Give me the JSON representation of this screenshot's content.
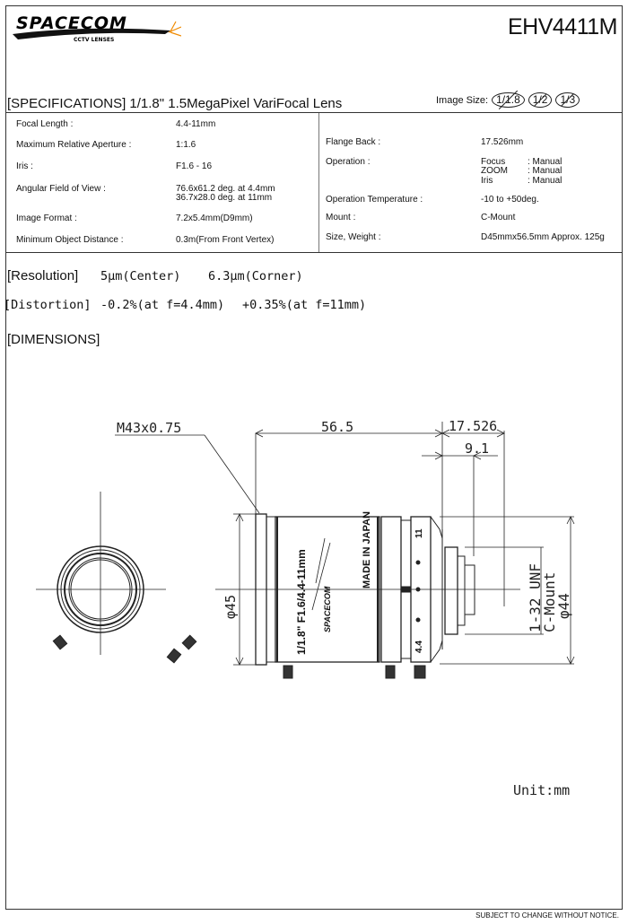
{
  "header": {
    "brand": "SPACECOM",
    "brand_sub": "CCTV LENSES",
    "model": "EHV4411M"
  },
  "specs_title": "[SPECIFICATIONS]  1/1.8\"  1.5MegaPixel VariFocal Lens",
  "image_size": {
    "label": "Image Size:",
    "options": [
      "1/1.8",
      "1/2",
      "1/3"
    ]
  },
  "specs_left": [
    {
      "label": "Focal Length :",
      "value": "4.4-11mm"
    },
    {
      "label": "Maximum Relative Aperture :",
      "value": "1:1.6"
    },
    {
      "label": "Iris :",
      "value": "F1.6 - 16"
    },
    {
      "label": "Angular Field of View :",
      "value": "76.6x61.2 deg. at 4.4mm",
      "value2": "36.7x28.0 deg. at 11mm"
    },
    {
      "label": "Image Format :",
      "value": "7.2x5.4mm(D9mm)"
    },
    {
      "label": "Minimum Object Distance :",
      "value": "0.3m(From Front Vertex)"
    }
  ],
  "specs_right": {
    "flange_back": {
      "label": "Flange Back :",
      "value": "17.526mm"
    },
    "operation": {
      "label": "Operation :",
      "items": [
        {
          "name": "Focus",
          "value": ": Manual"
        },
        {
          "name": "ZOOM",
          "value": ": Manual"
        },
        {
          "name": "Iris",
          "value": ": Manual"
        }
      ]
    },
    "temperature": {
      "label": "Operation Temperature :",
      "value": "-10 to +50deg."
    },
    "mount": {
      "label": "Mount :",
      "value": "C-Mount"
    },
    "size_weight": {
      "label": "Size, Weight :",
      "value": "D45mmx56.5mm  Approx. 125g"
    }
  },
  "resolution": {
    "label": "[Resolution]",
    "center": "5μm(Center)",
    "corner": "6.3μm(Corner)"
  },
  "distortion": {
    "label": "[Distortion]",
    "wide": "-0.2%(at f=4.4mm)",
    "tele": "+0.35%(at f=11mm)"
  },
  "dimensions": {
    "label": "[DIMENSIONS]",
    "thread": "M43x0.75",
    "length": "56.5",
    "flange": "17.526",
    "depth": "9.1",
    "diameter_front": "φ45",
    "mount_thread": "1-32 UNF",
    "mount_type": "C-Mount",
    "diameter_rear": "φ44",
    "barrel_text": "1/1.8\"  F1.6/4.4-11mm",
    "made_in": "MADE IN JAPAN",
    "zoom_tele": "11",
    "zoom_wide": "4.4",
    "unit": "Unit:mm"
  },
  "footer": "SUBJECT TO CHANGE WITHOUT NOTICE."
}
